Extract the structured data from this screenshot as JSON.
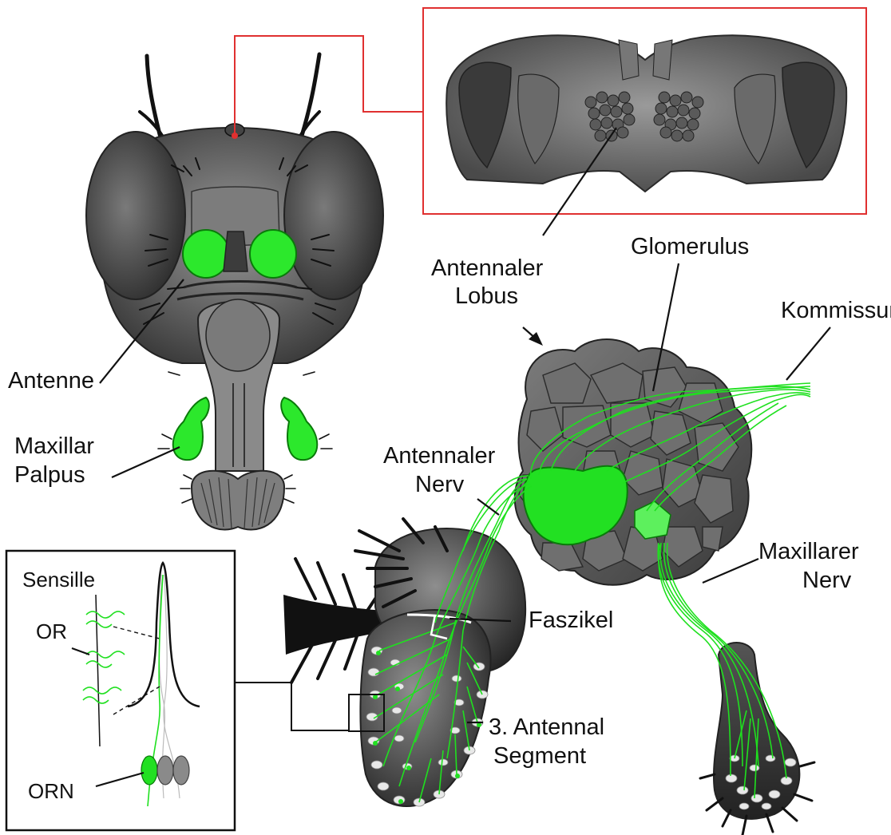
{
  "labels": {
    "antennal_lobe": [
      "Antennaler",
      "Lobus"
    ],
    "glomerulus": "Glomerulus",
    "commissure": "Kommissur",
    "antenna": "Antenne",
    "maxillary_palp": [
      "Maxillar",
      "Palpus"
    ],
    "antennal_nerve": [
      "Antennaler",
      "Nerv"
    ],
    "maxillary_nerve": [
      "Maxillarer",
      "Nerv"
    ],
    "sensillum": "Sensille",
    "or": "OR",
    "orn": "ORN",
    "fascicle": "Faszikel",
    "third_segment": [
      "3. Antennal",
      "Segment"
    ]
  },
  "colors": {
    "highlight_green": "#22e022",
    "inset_frame_red": "#e03030",
    "ink": "#111111"
  }
}
